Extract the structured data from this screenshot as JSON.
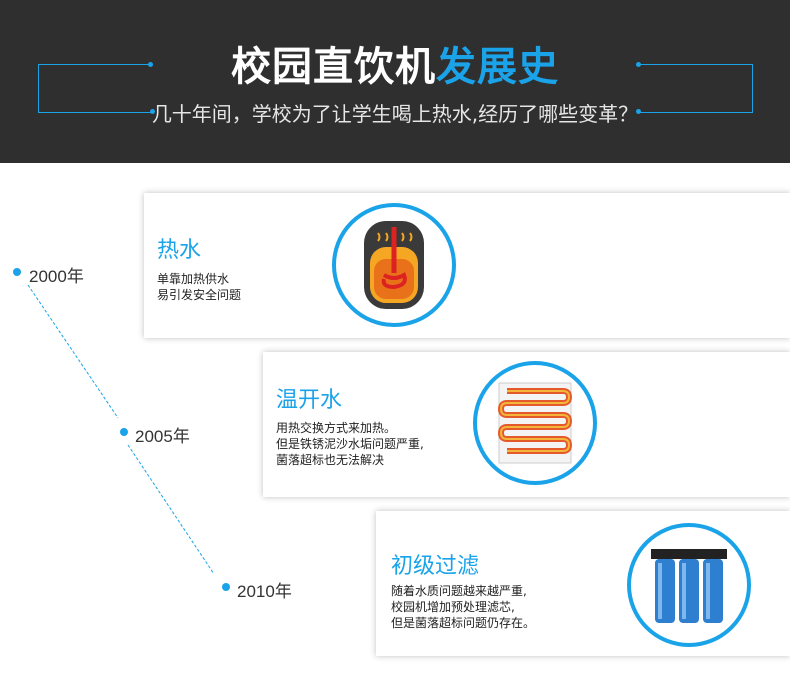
{
  "header": {
    "title_main": "校园直饮机",
    "title_accent": "发展史",
    "subtitle": "几十年间，学校为了让学生喝上热水,经历了哪些变革？"
  },
  "timeline": [
    {
      "year": "2000年",
      "title": "热水",
      "desc": [
        "单靠加热供水",
        "易引发安全问题"
      ],
      "icon": "boiler-tank-icon"
    },
    {
      "year": "2005年",
      "title": "温开水",
      "desc": [
        "用热交换方式来加热。",
        "但是铁锈泥沙水垢问题严重,",
        "菌落超标也无法解决"
      ],
      "icon": "heat-exchanger-icon"
    },
    {
      "year": "2010年",
      "title": "初级过滤",
      "desc": [
        "随着水质问题越来越严重,",
        "校园机增加预处理滤芯,",
        "但是菌落超标问题仍存在。"
      ],
      "icon": "water-filter-icon"
    }
  ],
  "colors": {
    "accent": "#1aa3e8",
    "header_bg": "#2f2f2f"
  }
}
